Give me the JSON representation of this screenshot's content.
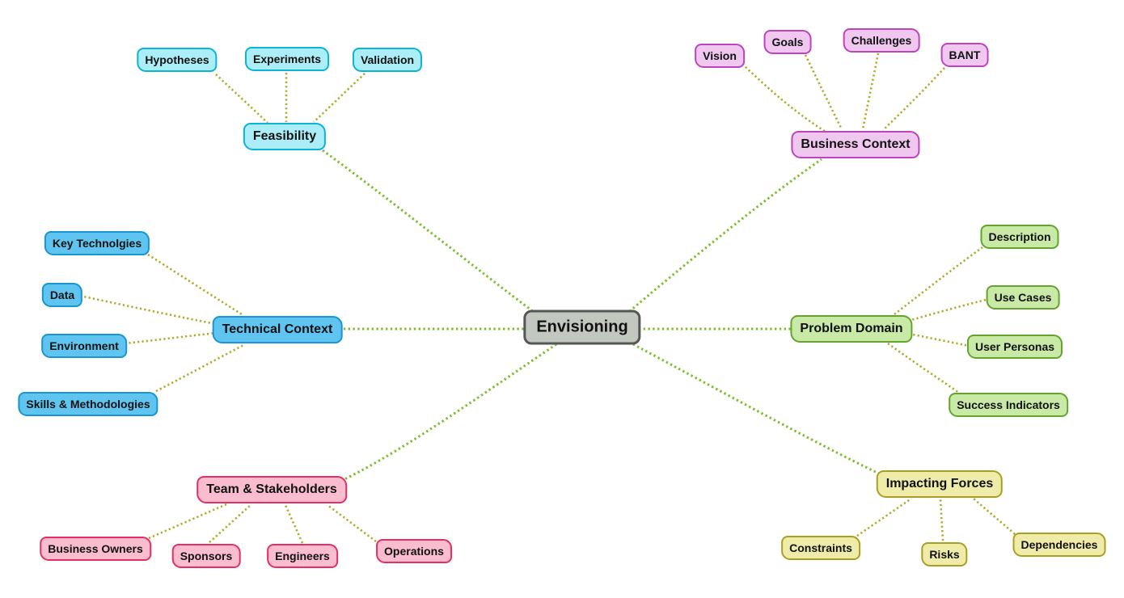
{
  "mindmap": {
    "background": "#ffffff",
    "edge_colors": {
      "level1": "#7cbe2e",
      "level2": "#b3a827"
    },
    "center": {
      "label": "Envisioning",
      "fill": "#c2c7bf",
      "border": "#565656"
    },
    "branches": [
      {
        "label": "Feasibility",
        "fill": "#aceef8",
        "border": "#0bb3d4",
        "children": [
          "Hypotheses",
          "Experiments",
          "Validation"
        ]
      },
      {
        "label": "Business Context",
        "fill": "#efc7ef",
        "border": "#bd44bd",
        "children": [
          "Vision",
          "Goals",
          "Challenges",
          "BANT"
        ]
      },
      {
        "label": "Technical Context",
        "fill": "#5fc4ef",
        "border": "#1896cd",
        "children": [
          "Key Technolgies",
          "Data",
          "Environment",
          "Skills & Methodologies"
        ]
      },
      {
        "label": "Problem Domain",
        "fill": "#c9e9a6",
        "border": "#64a42e",
        "children": [
          "Description",
          "Use Cases",
          "User Personas",
          "Success Indicators"
        ]
      },
      {
        "label": "Team & Stakeholders",
        "fill": "#f9bdcf",
        "border": "#e23063",
        "children": [
          "Business Owners",
          "Sponsors",
          "Engineers",
          "Operations"
        ]
      },
      {
        "label": "Impacting Forces",
        "fill": "#eeeca8",
        "border": "#a9a023",
        "children": [
          "Constraints",
          "Risks",
          "Dependencies"
        ]
      }
    ]
  }
}
